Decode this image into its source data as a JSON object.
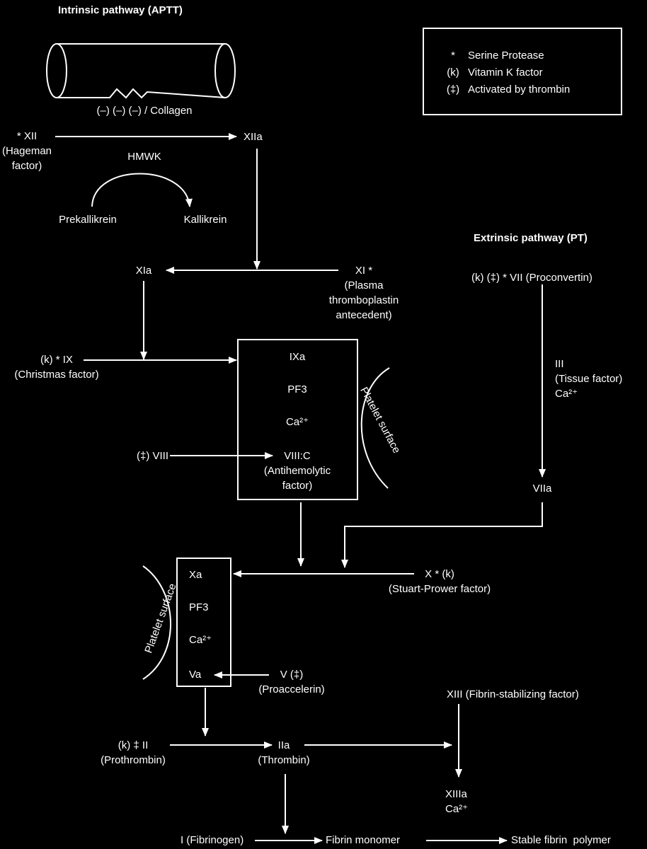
{
  "titles": {
    "intrinsic": "Intrinsic pathway (APTT)",
    "extrinsic": "Extrinsic pathway (PT)"
  },
  "vessel": {
    "caption": "(–) (–) (–) / Collagen"
  },
  "legend": [
    {
      "symbol": "*",
      "text": "Serine Protease"
    },
    {
      "symbol": "(k)",
      "text": "Vitamin K factor"
    },
    {
      "symbol": "(‡)",
      "text": "Activated by thrombin"
    }
  ],
  "nodes": {
    "xii": "* XII\n(Hageman\nfactor)",
    "xiia": "XIIa",
    "hmwk": "HMWK",
    "prekallikrein": "Prekallikrein",
    "kallikrein": "Kallikrein",
    "xia": "XIa",
    "xi": "XI *\n(Plasma\nthromboplastin\nantecedent)",
    "ix": "(k) * IX\n(Christmas factor)",
    "viii": "(‡) VIII",
    "vii": "(k) (‡) * VII (Proconvertin)",
    "iii": "III\n(Tissue factor)\nCa²⁺",
    "viia": "VIIa",
    "x": "X * (k)\n(Stuart-Prower factor)",
    "v": "V (‡)\n(Proaccelerin)",
    "xiii": "XIII (Fibrin-stabilizing factor)",
    "ii": "(k) ‡ II\n(Prothrombin)",
    "iia": "IIa\n(Thrombin)",
    "xiiia": "XIIIa\nCa²⁺",
    "fibrinogen": "I (Fibrinogen)",
    "fibrin_monomer": "Fibrin monomer",
    "stable_fibrin": "Stable fibrin  polymer"
  },
  "box1": {
    "items": [
      "IXa",
      "PF3",
      "Ca²⁺",
      "VIII:C\n(Antihemolytic\nfactor)"
    ],
    "surface": "Platelet surface"
  },
  "box2": {
    "items": [
      "Xa",
      "PF3",
      "Ca²⁺",
      "Va"
    ],
    "surface": "Platelet surface"
  }
}
